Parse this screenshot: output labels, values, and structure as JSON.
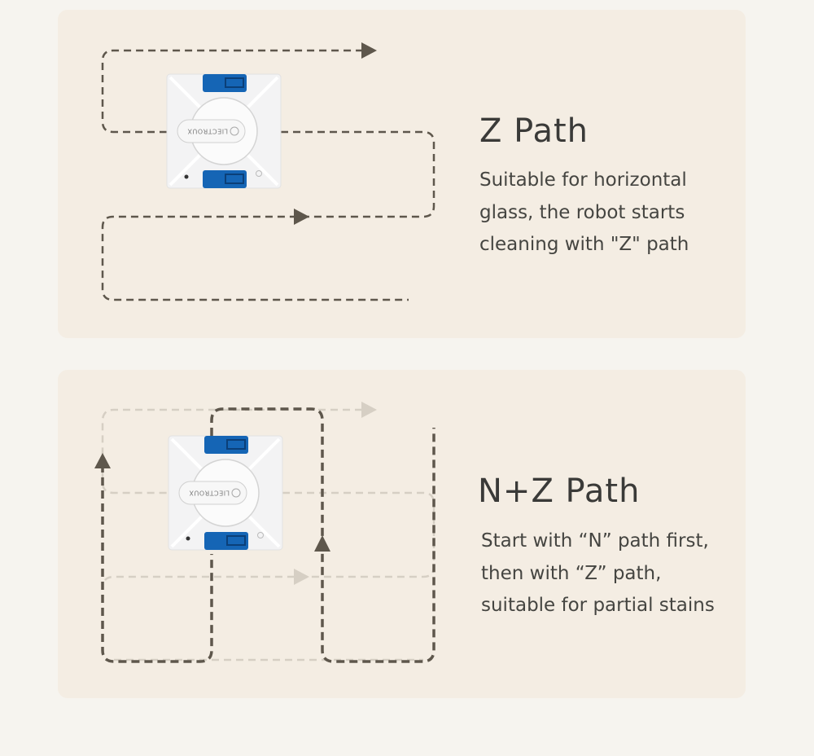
{
  "colors": {
    "background": "#f6f4ef",
    "card": "#f4ede3",
    "path_dark": "#5e574c",
    "path_light": "#d6cfc4",
    "robot_blue": "#1565b5"
  },
  "robot": {
    "logo": "LIECTROUX"
  },
  "z_path": {
    "title": "Z Path",
    "description": "Suitable for horizontal\nglass, the robot starts\ncleaning with \"Z\" path"
  },
  "nz_path": {
    "title": "N+Z Path",
    "description": "Start with “N” path first,\nthen with “Z” path,\nsuitable for partial stains"
  }
}
